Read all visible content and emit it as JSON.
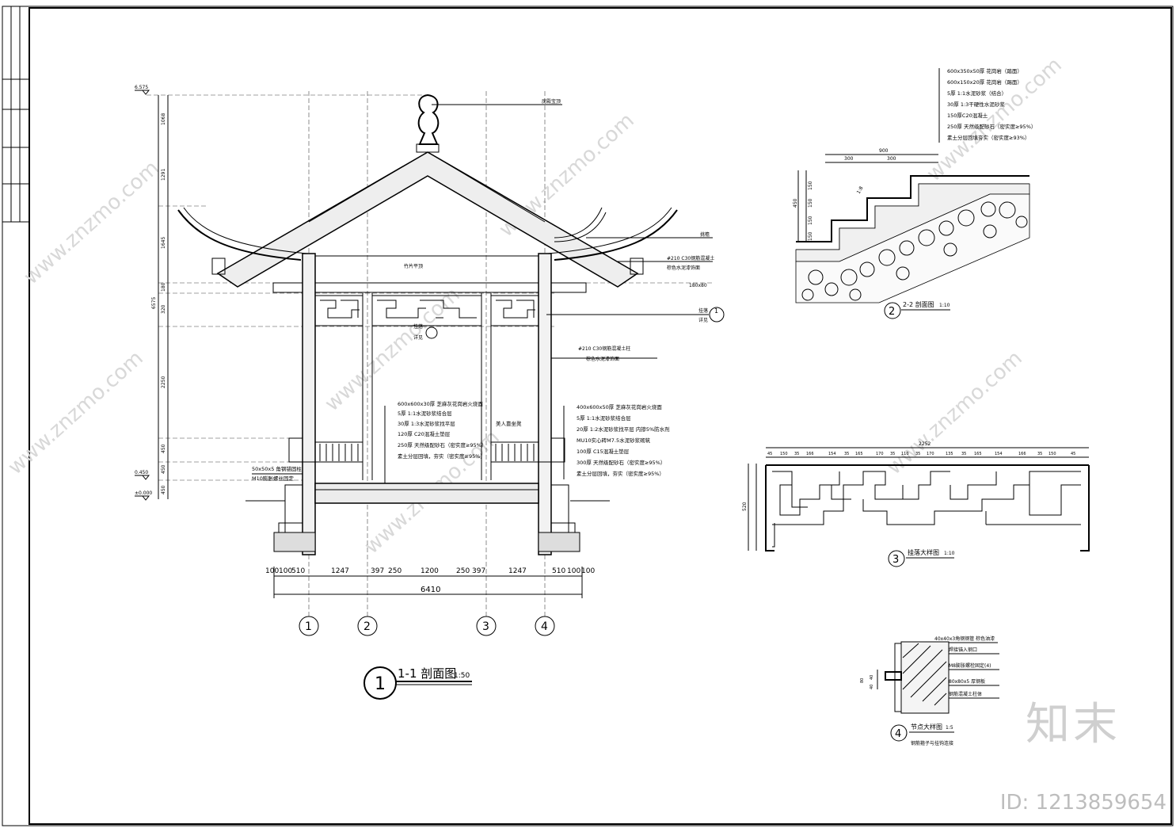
{
  "section_1": {
    "title": "1-1 剖面图",
    "scale": "1:50",
    "badge": "1",
    "top_label": "庑殿宝顶",
    "ridge_label": "挑檐",
    "beam_label": "竹片平顶",
    "roof_note": [
      "#210 C30钢筋混凝土",
      "棕色水泥漆饰面"
    ],
    "beam_size": "180x80",
    "hang_label": "挂落",
    "hang_detail": "详见",
    "hang_ref_num": "1",
    "column_note": [
      "#210 C30钢筋混凝土柱",
      "棕色水泥漆饰面"
    ],
    "mid_hang_label": "挂落",
    "mid_hang_detail": "详见",
    "seat_label": "美人靠坐凳",
    "floor_layers": [
      "600x600x30厚 芝麻灰花岗岩火烧面",
      "5厚 1:1水泥砂浆结合层",
      "30厚 1:3水泥砂浆找平层",
      "120厚 C20混凝土垫层",
      "250厚 天然级配砂石（密实度≥95%）",
      "素土分层回填，夯实（密实度≥95%）"
    ],
    "base_layers": [
      "400x600x50厚 芝麻灰花岗岩火烧面",
      "5厚 1:1水泥砂浆结合层",
      "20厚 1:2水泥砂浆找平层  内掺5%防水剂",
      "MU10实心砖M7.5水泥砂浆砌筑",
      "100厚 C15混凝土垫层",
      "300厚 天然级配砂石（密实度≥95%）",
      "素土分层回填，夯实（密实度≥95%）"
    ],
    "rail_note": [
      "50x50x5 角钢锚固柱",
      "M10膨胀螺丝固定"
    ],
    "elev_top": "6.575",
    "elev_mid": "0.450",
    "elev_zero": "±0.000",
    "vert_dims": [
      "1068",
      "1291",
      "1645",
      "180",
      "320",
      "2250",
      "450",
      "450",
      "450"
    ],
    "vert_total": "6575",
    "horiz_dims": [
      "100",
      "100",
      "510",
      "1247",
      "397",
      "250",
      "1200",
      "250",
      "397",
      "1247",
      "510",
      "100",
      "100"
    ],
    "horiz_total": "6410",
    "axes": [
      "1",
      "2",
      "3",
      "4"
    ]
  },
  "section_2": {
    "title": "2-2 剖面图",
    "scale": "1:10",
    "badge": "2",
    "layers": [
      "600x350x50厚 花岗岩（踏面）",
      "600x150x20厚 花岗岩（踢面）",
      "5厚 1:1水泥砂浆（结合）",
      "30厚 1:3干硬性水泥砂浆",
      "150厚C20混凝土",
      "250厚 天然级配砂石（密实度≥95%）",
      "素土分层回填夯实（密实度≥93%）"
    ],
    "dims_top": [
      "300",
      "300",
      "900"
    ],
    "dims_side": [
      "150",
      "150",
      "150",
      "150",
      "450"
    ],
    "slope": "1:8"
  },
  "section_3": {
    "title": "挂落大样图",
    "scale": "1:10",
    "badge": "3",
    "total": "2252",
    "dims": [
      "45",
      "150",
      "35",
      "166",
      "154",
      "35",
      "165",
      "170",
      "35",
      "110",
      "35",
      "170",
      "135",
      "35",
      "165",
      "154",
      "166",
      "35",
      "150",
      "45"
    ],
    "height": "520"
  },
  "section_4": {
    "title": "节点大样图",
    "scale": "1:5",
    "badge": "4",
    "subtitle": "钢筋箍子与挂钩连接",
    "notes": [
      "40x40x3角钢钢管 棕色油漆",
      "焊接锚入钢口",
      "M8膨胀螺栓固定(4)",
      "80x80x5 厚钢板",
      "钢筋混凝土柱体"
    ],
    "dims": [
      "80",
      "40",
      "40"
    ]
  },
  "watermark": {
    "text": "www.znzmo.com",
    "brand": "知末",
    "id": "ID: 1213859654"
  }
}
